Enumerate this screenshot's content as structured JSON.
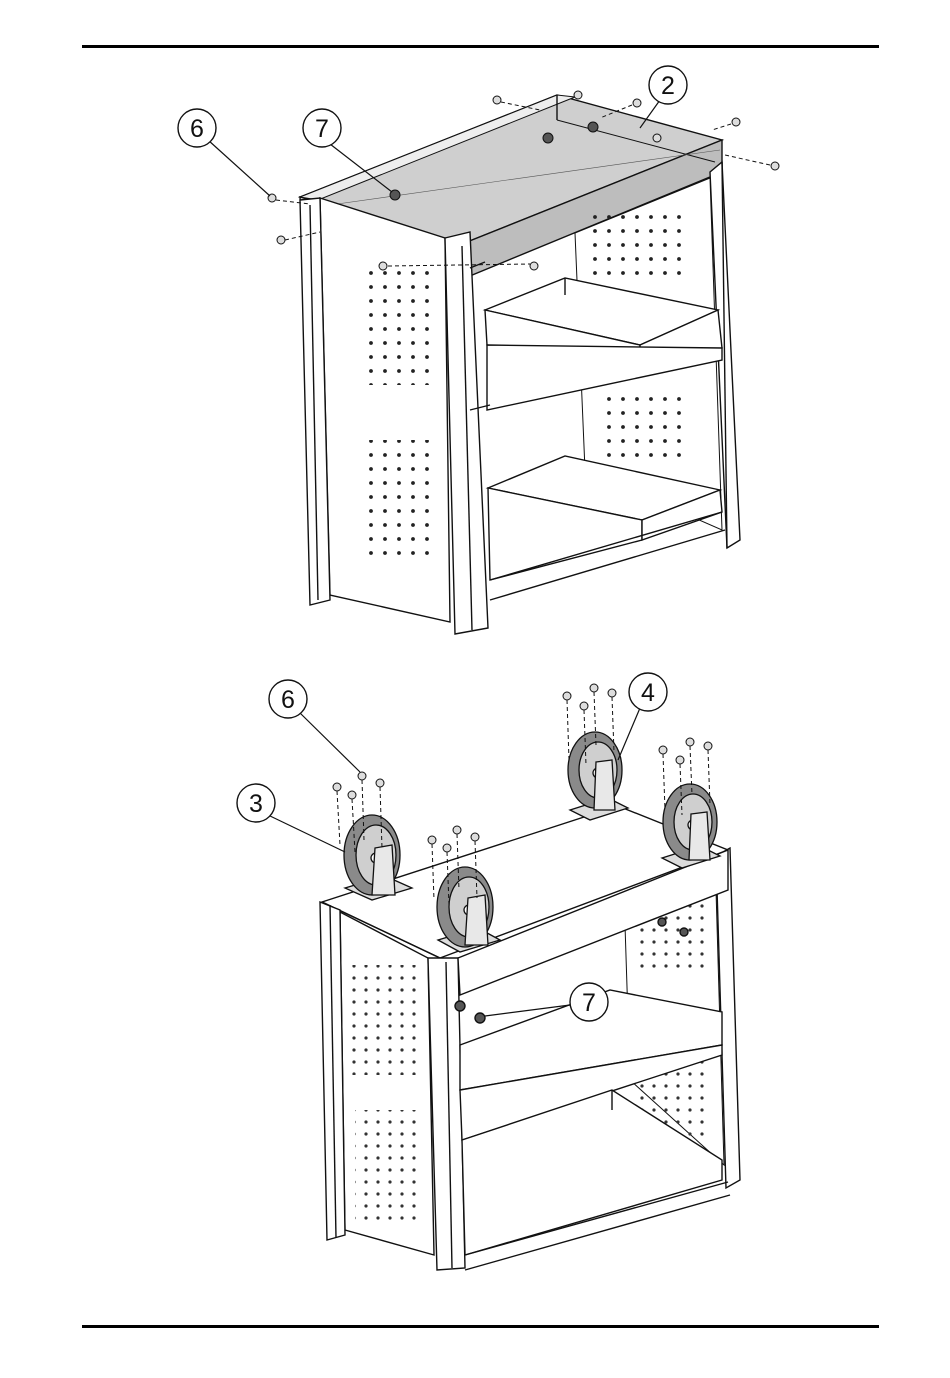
{
  "diagram": {
    "upper_view": {
      "callouts": [
        {
          "id": "c6",
          "label": "6"
        },
        {
          "id": "c7",
          "label": "7"
        },
        {
          "id": "c2",
          "label": "2"
        }
      ]
    },
    "lower_view": {
      "callouts": [
        {
          "id": "c6b",
          "label": "6"
        },
        {
          "id": "c3",
          "label": "3"
        },
        {
          "id": "c4",
          "label": "4"
        },
        {
          "id": "c7b",
          "label": "7"
        }
      ]
    }
  }
}
